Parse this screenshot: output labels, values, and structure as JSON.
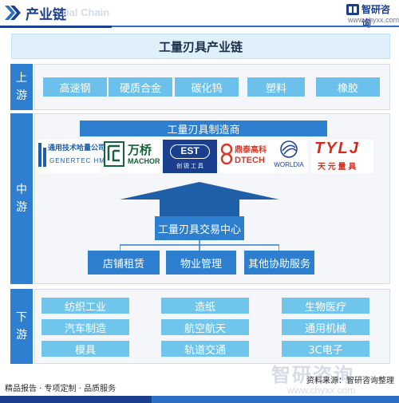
{
  "header": {
    "title": "产业链",
    "watermark_text": "rial Chain",
    "brand": "智研咨询",
    "url": "www.chyxx.com"
  },
  "diagram_title": "工量刃具产业链",
  "upstream": {
    "label": "上游",
    "items": [
      "高速钢",
      "硬质合金",
      "碳化钨",
      "塑料",
      "橡胶"
    ]
  },
  "midstream": {
    "label": "中游",
    "manufacturer_title": "工量刃具制造商",
    "logos": [
      {
        "name": "GENERTEC HMCT",
        "text_cn": "通用技术哈量公司",
        "text_en": "GENERTEC HMCT",
        "color": "#1b5fa8"
      },
      {
        "name": "MACHOR",
        "text_cn": "万桥",
        "text_en": "MACHOR",
        "color": "#16623a"
      },
      {
        "name": "EST",
        "text_cn": "EST",
        "text_en": "创 锐 工 具",
        "color": "#1b3f8f"
      },
      {
        "name": "DTECH",
        "text_cn": "鼎泰高科",
        "text_en": "DTECH",
        "color": "#d63b2a"
      },
      {
        "name": "WORLDIA",
        "text_cn": "",
        "text_en": "WORLDIA",
        "color": "#1b3f8f"
      },
      {
        "name": "TYLJ",
        "text_cn": "天 元 量 具",
        "text_en": "TYLJ",
        "color": "#d62a1e"
      }
    ],
    "exchange_center": "工量刃具交易中心",
    "services": [
      "店铺租赁",
      "物业管理",
      "其他协助服务"
    ]
  },
  "downstream": {
    "label": "下游",
    "items": [
      "纺织工业",
      "造纸",
      "生物医疗",
      "汽车制造",
      "航空航天",
      "通用机械",
      "模具",
      "轨道交通",
      "3C电子"
    ]
  },
  "footer": {
    "left_text": "精品报告 · 专项定制 · 品质服务",
    "source": "资料来源：智研咨询整理",
    "watermark_brand": "智研咨询",
    "watermark_url": "www.chyxx.com"
  },
  "colors": {
    "primary_blue": "#2e7fd0",
    "light_blue": "#6cc1ec",
    "dark_blue": "#1b3f8f",
    "panel_bg": "#f4f6fa"
  }
}
